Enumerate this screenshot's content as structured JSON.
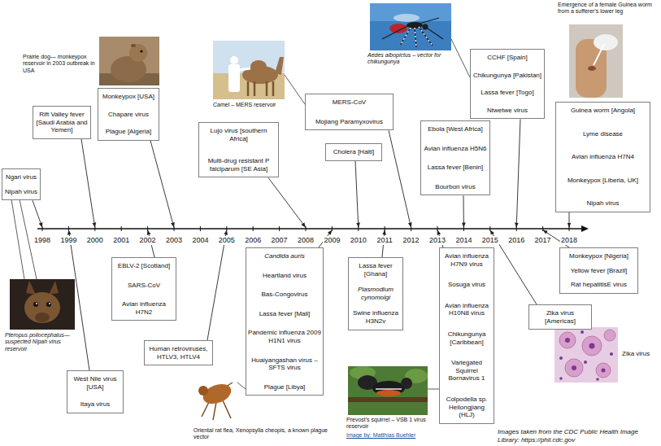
{
  "diagram": {
    "nodes": [
      {
        "text": [
          "Ngari virus",
          "Nipah virus"
        ]
      },
      {
        "text": [
          "West Nile virus [USA]",
          "Itaya virus"
        ]
      },
      {
        "text": [
          "Rift Valley fever [Saudi Arabia and Yemen]"
        ]
      },
      {
        "text": [
          "EBLV-2 [Scotland]",
          "SARS-CoV",
          "Avian influenza H7N2"
        ]
      },
      {
        "text": [
          "Monkeypox [USA]",
          "Chapare virus",
          "Plague [Algeria]"
        ]
      },
      {
        "text": [
          "Human retroviruses, HTLV3, HTLV4"
        ]
      },
      {
        "text": [
          "Lujo virus [southern Africa]",
          "Multi-drug resistant P falciparum [SE Asia]"
        ]
      },
      {
        "text": [
          "Candida auris",
          "Heartland virus",
          "Bas-Congovirus",
          "Lassa fever [Mali]",
          "Pandemic influenza 2009 H1N1 virus",
          "Huaiyangashan virus – SFTS virus",
          "Plague [Libya]"
        ]
      },
      {
        "text": [
          "Cholera [Haiti]"
        ]
      },
      {
        "text": [
          "Lassa fever [Ghana]",
          "Plasmodium cynomolgi",
          "Swine influenza H3N2v"
        ]
      },
      {
        "text": [
          "MERS-CoV",
          "Mojiang Paramyxovirus"
        ]
      },
      {
        "text": [
          "Avian influenza H7N9 virus",
          "Sosuga virus",
          "Avian influenza H10N8 virus",
          "Chikungunya [Caribbean]",
          "Variegated Squirrel Bornavirus 1",
          "Colpodella sp. Heilongjiang (HLJ)"
        ]
      },
      {
        "text": [
          "Ebola [West Africa]",
          "Avian influenza H5N6",
          "Lassa fever [Benin]",
          "Bourbon virus"
        ]
      },
      {
        "text": [
          "Zika virus [Americas]"
        ]
      },
      {
        "text": [
          "CCHF [Spain]",
          "Chikungunya [Pakistan]",
          "Lassa fever [Togo]",
          "Ntwetwe virus"
        ]
      },
      {
        "text": [
          "Monkeypox [Nigeria]",
          "Yellow fever [Brazil]",
          "Rat hepatitisE virus"
        ]
      },
      {
        "text": [
          "Guinea worm [Angola]",
          "Lyme disease",
          "Avian influenza H7N4",
          "Monkeypox [Liberia, UK]",
          "Nipah virus"
        ]
      }
    ],
    "labels": [
      "1998",
      "1999",
      "2000",
      "2001",
      "2002",
      "2003",
      "2004",
      "2005",
      "2006",
      "2007",
      "2008",
      "2009",
      "2010",
      "2011",
      "2012",
      "2013",
      "2014",
      "2015",
      "2016",
      "2017",
      "2018",
      "Prairie dog— monkeypox reservoir in 2003 outbreak in USA",
      "Camel – MERS reservoir",
      "Aedes albopictus – vector for chikungunya",
      "Emergence of a female Guinea worm from a sufferer's lower leg",
      "Pteropus poliocephalus— suspected Nipah virus reservoir",
      "Oriental rat flea, Xenopsylla cheopis, a known plague vector",
      "Prevost's squirrel – VSB 1 virus reservoir",
      "Image by: Matthias Buehler",
      "Zika virus",
      "Images taken from the CDC Public Health Image Library: https://phil.cdc.gov"
    ]
  }
}
